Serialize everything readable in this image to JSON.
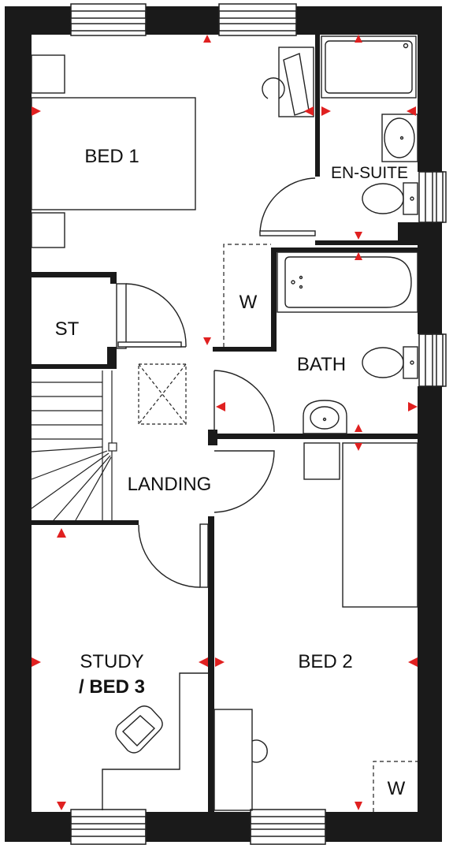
{
  "rooms": {
    "bed1": "BED 1",
    "ensuite": "EN-SUITE",
    "wardrobe1": "W",
    "store": "ST",
    "bath": "BATH",
    "landing": "LANDING",
    "study_line1": "STUDY",
    "study_line2": "/ BED 3",
    "bed2": "BED 2",
    "wardrobe2": "W"
  },
  "colors": {
    "wall": "#1a1a1a",
    "marker": "#e02020",
    "line": "#222222"
  },
  "icons": [
    "window-icon",
    "dimension-marker-icon",
    "door-swing-icon",
    "loft-hatch-icon"
  ]
}
